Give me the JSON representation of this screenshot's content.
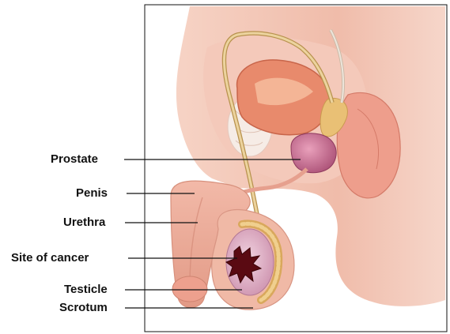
{
  "labels": {
    "prostate": "Prostate",
    "penis": "Penis",
    "urethra": "Urethra",
    "site_of_cancer": "Site of cancer",
    "testicle": "Testicle",
    "scrotum": "Scrotum"
  },
  "colors": {
    "skin": "#f3c6b6",
    "skin_shadow": "#e7a38f",
    "muscle": "#ea8f7d",
    "prostate": "#c96c8e",
    "vas_deferens": "#e8c98a",
    "tumor": "#5a0a12",
    "testis": "#d8a8c0",
    "leader_line": "#111111"
  }
}
